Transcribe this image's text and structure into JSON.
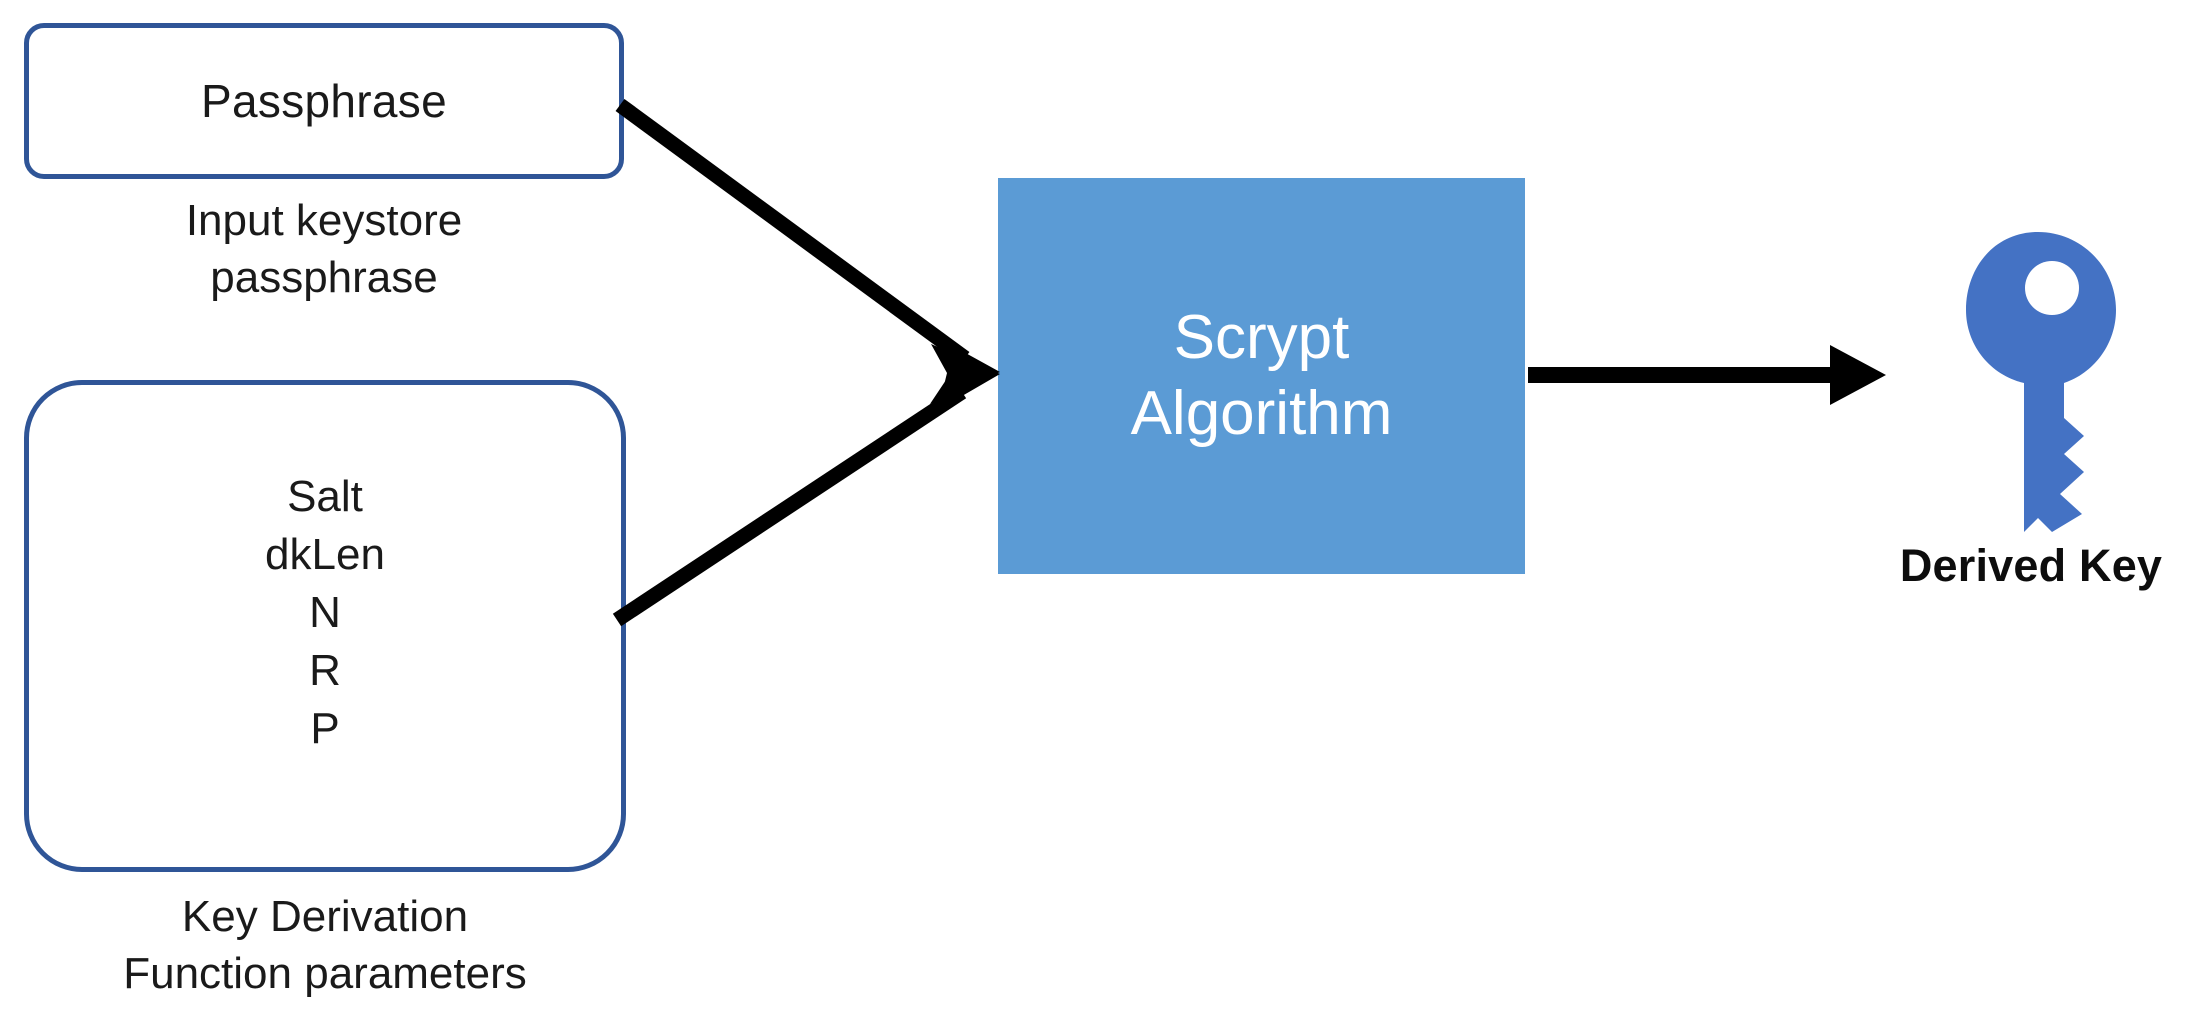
{
  "diagram": {
    "title": "Scrypt key derivation flow",
    "colors": {
      "box_border": "#2F5597",
      "algorithm_fill": "#5B9BD5",
      "algorithm_text": "#FFFFFF",
      "key_icon": "#4472C4",
      "arrow": "#000000",
      "text": "#1A1A1A",
      "background": "#FFFFFF"
    },
    "nodes": {
      "passphrase": {
        "label": "Passphrase",
        "caption": "Input keystore\npassphrase"
      },
      "kdf_params": {
        "items": [
          "Salt",
          "dkLen",
          "N",
          "R",
          "P"
        ],
        "caption": "Key Derivation\nFunction parameters"
      },
      "algorithm": {
        "label": "Scrypt\nAlgorithm"
      },
      "output": {
        "icon": "key-icon",
        "label": "Derived Key"
      }
    },
    "edges": [
      {
        "name": "passphrase-to-algorithm",
        "from": "passphrase",
        "to": "algorithm",
        "style": "solid-arrow"
      },
      {
        "name": "params-to-algorithm",
        "from": "kdf_params",
        "to": "algorithm",
        "style": "solid-arrow"
      },
      {
        "name": "algorithm-to-derived-key",
        "from": "algorithm",
        "to": "output",
        "style": "solid-arrow"
      }
    ]
  }
}
